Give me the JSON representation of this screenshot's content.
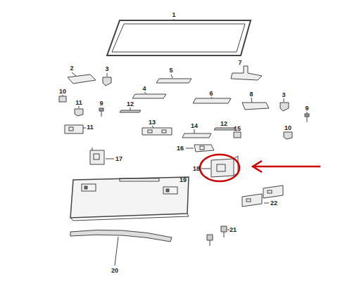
{
  "diagram": {
    "labels": [
      "1",
      "2",
      "3",
      "5",
      "7",
      "10",
      "11",
      "9",
      "4",
      "6",
      "8",
      "3",
      "9",
      "12",
      "13",
      "14",
      "12",
      "15",
      "10",
      "11",
      "16",
      "17",
      "18",
      "19",
      "22",
      "21",
      "20"
    ]
  }
}
